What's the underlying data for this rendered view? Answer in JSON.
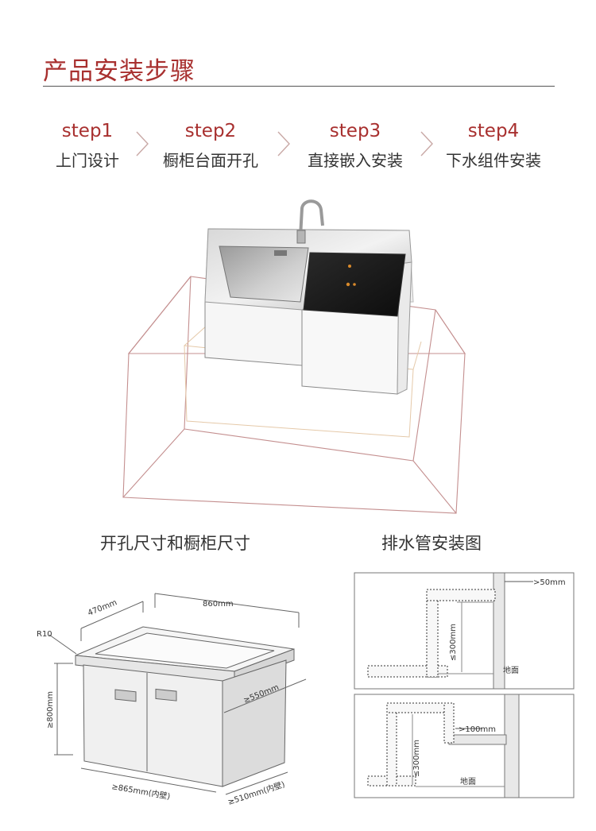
{
  "header": {
    "title": "产品安装步骤"
  },
  "steps": [
    {
      "num": "step1",
      "label": "上门设计"
    },
    {
      "num": "step2",
      "label": "橱柜台面开孔"
    },
    {
      "num": "step3",
      "label": "直接嵌入安装"
    },
    {
      "num": "step4",
      "label": "下水组件安装"
    }
  ],
  "sections": {
    "cabinet_title": "开孔尺寸和橱柜尺寸",
    "drain_title": "排水管安装图"
  },
  "cabinet_dims": {
    "depth": "470mm",
    "width": "860mm",
    "radius": "R10",
    "height": "≥800mm",
    "inner_depth": "≥550mm",
    "inner_width": "≥865mm(内壁)",
    "inner_depth2": "≥510mm(内壁)"
  },
  "drain_top": {
    "gap": ">50mm",
    "height": "≤300mm",
    "floor": "地面"
  },
  "drain_bottom": {
    "gap": ">100mm",
    "height": "≤300mm",
    "floor": "地面"
  },
  "colors": {
    "accent": "#a8302f",
    "text": "#333333"
  }
}
